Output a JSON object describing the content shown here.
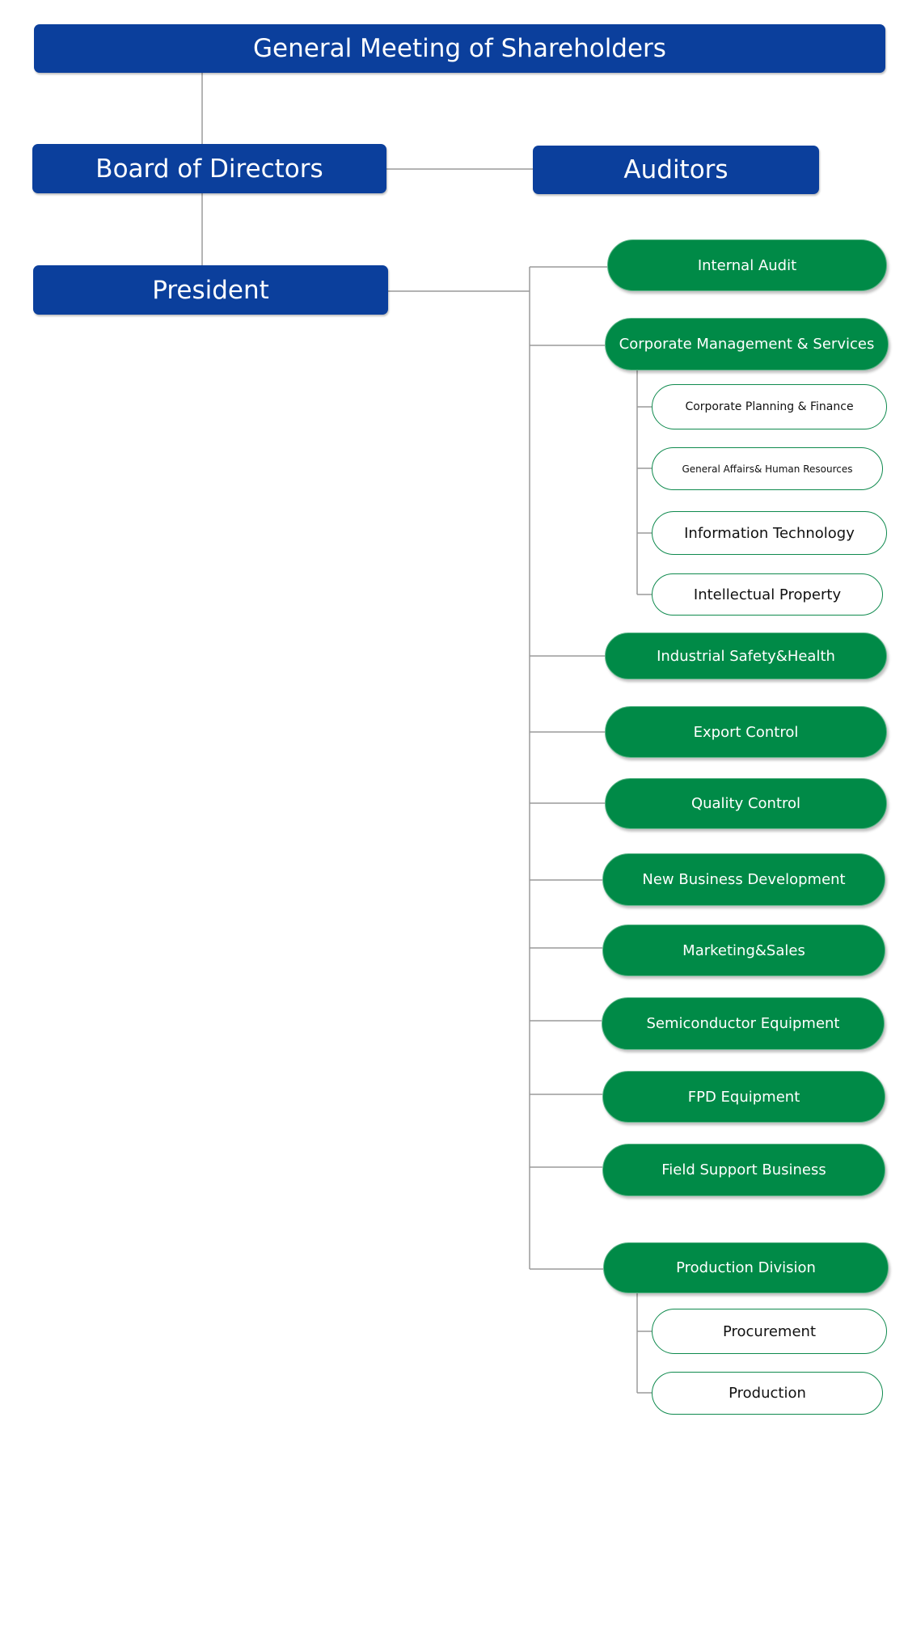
{
  "governance": {
    "shareholders": "General Meeting of Shareholders",
    "board": "Board of Directors",
    "auditors": "Auditors",
    "president": "President"
  },
  "divisions": {
    "internal_audit": "Internal Audit",
    "corporate_management": "Corporate Management & Services",
    "corporate_planning": "Corporate Planning & Finance",
    "general_affairs": "General Affairs& Human Resources",
    "information_technology": "Information Technology",
    "intellectual_property": "Intellectual Property",
    "industrial_safety": "Industrial Safety&Health",
    "export_control": "Export Control",
    "quality_control": "Quality Control",
    "new_business": "New Business Development",
    "marketing_sales": "Marketing&Sales",
    "semiconductor": "Semiconductor  Equipment",
    "fpd": "FPD  Equipment",
    "field_support": "Field Support Business",
    "production_division": "Production Division",
    "procurement": "Procurement",
    "production": "Production"
  },
  "colors": {
    "governance_fill": "#0b3f9c",
    "division_fill": "#008a47",
    "subunit_border": "#0f8a4e",
    "connector": "#9a9a9a"
  }
}
